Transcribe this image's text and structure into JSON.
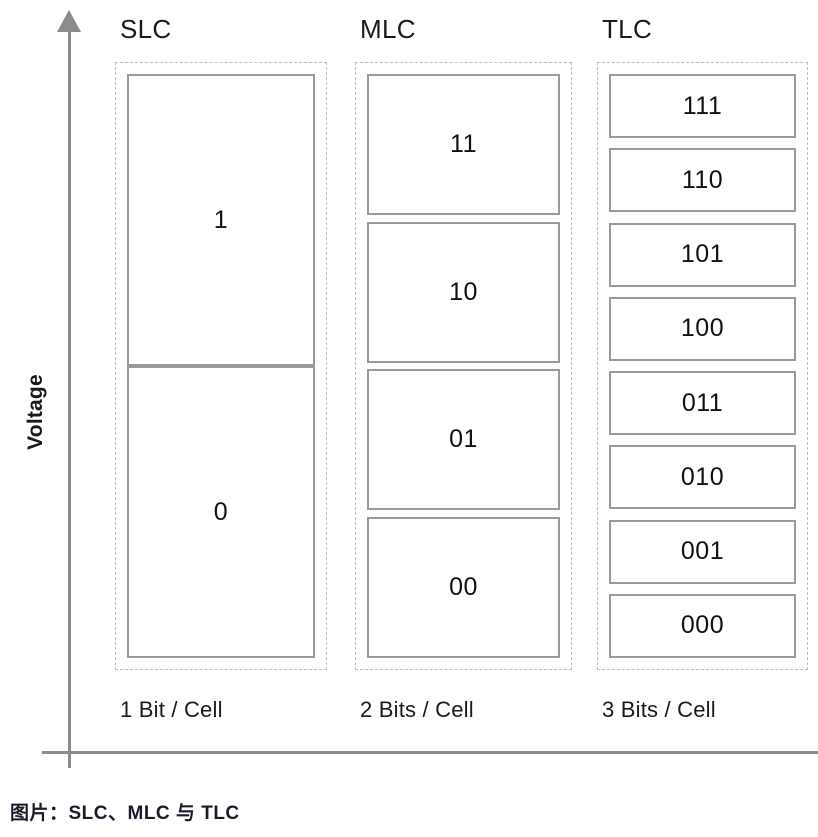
{
  "axis": {
    "y_label": "Voltage",
    "y_arrow_icon": "arrow-up-icon",
    "x_axis_icon": "axis-line-icon"
  },
  "columns": [
    {
      "id": "slc",
      "title": "SLC",
      "footer": "1 Bit / Cell",
      "bits_per_cell": 1,
      "levels": [
        "1",
        "0"
      ]
    },
    {
      "id": "mlc",
      "title": "MLC",
      "footer": "2 Bits / Cell",
      "bits_per_cell": 2,
      "levels": [
        "11",
        "10",
        "01",
        "00"
      ]
    },
    {
      "id": "tlc",
      "title": "TLC",
      "footer": "3 Bits / Cell",
      "bits_per_cell": 3,
      "levels": [
        "111",
        "110",
        "101",
        "100",
        "011",
        "010",
        "001",
        "000"
      ]
    }
  ],
  "caption": "图片：SLC、MLC 与 TLC",
  "colors": {
    "axis": "#8c8c8c",
    "cell_border": "#9a9a9a",
    "group_border": "#bdbdbd",
    "text": "#111111",
    "caption_text": "#1b1b2b",
    "background": "#ffffff"
  }
}
